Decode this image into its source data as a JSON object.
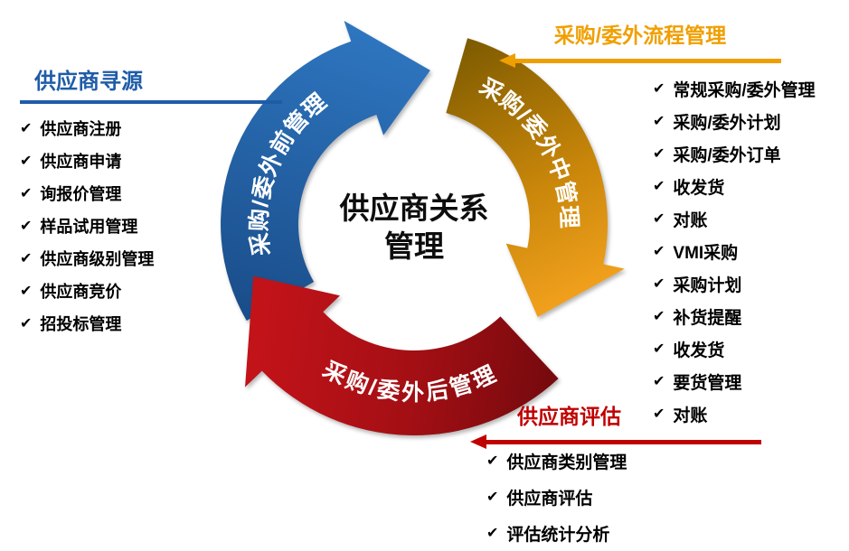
{
  "colors": {
    "blue": "#2e76c0",
    "blue_dark": "#16457f",
    "orange": "#f7a41f",
    "orange_mid": "#c8860a",
    "orange_dark": "#7c5a00",
    "red": "#c21319",
    "red_mid": "#a30f14",
    "red_dark": "#6f090d",
    "title_blue": "#1f5ca8",
    "orange_title": "#f09f00",
    "red_title": "#c00000"
  },
  "checkmark": "✔",
  "center": {
    "line1": "供应商关系",
    "line2": "管理"
  },
  "arrows": {
    "pre": "采购/委外前管理",
    "mid": "采购/委外中管理",
    "post": "采购/委外后管理"
  },
  "sourcing": {
    "title": "供应商寻源",
    "items": [
      "供应商注册",
      "供应商申请",
      "询报价管理",
      "样品试用管理",
      "供应商级别管理",
      "供应商竞价",
      "招投标管理"
    ]
  },
  "process": {
    "title": "采购/委外流程管理",
    "items": [
      "常规采购/委外管理",
      "采购/委外计划",
      "采购/委外订单",
      "收发货",
      "对账",
      "VMI采购",
      "采购计划",
      "补货提醒",
      "收发货",
      "要货管理",
      "对账"
    ]
  },
  "evaluation": {
    "title": "供应商评估",
    "items": [
      "供应商类别管理",
      "供应商评估",
      "评估统计分析"
    ]
  }
}
